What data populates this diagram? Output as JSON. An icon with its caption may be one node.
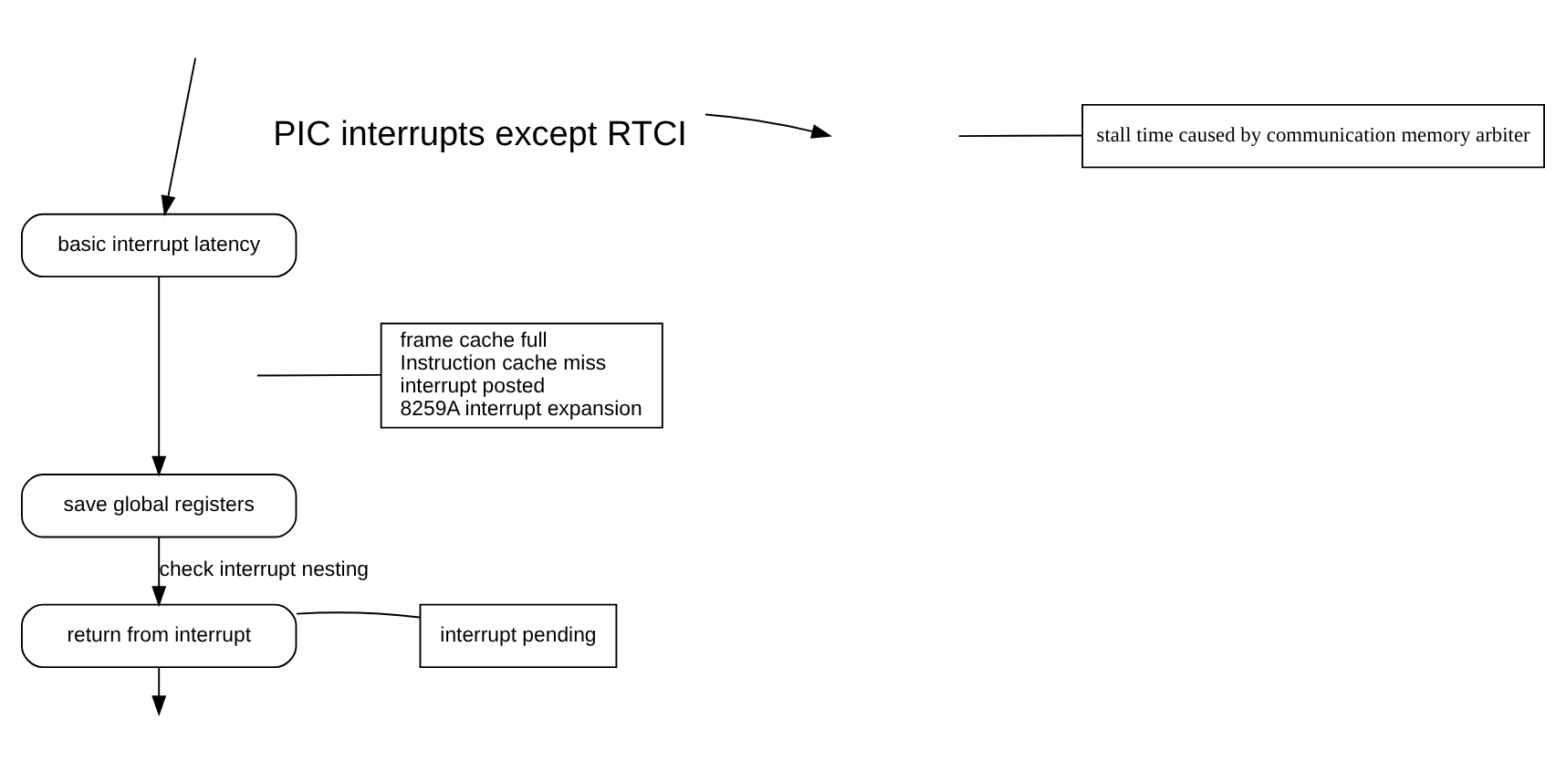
{
  "diagram": {
    "nodes": [
      {
        "text": [
          "basic interrupt latency"
        ]
      },
      {
        "text": [
          "save global registers"
        ]
      },
      {
        "text": [
          "return from interrupt"
        ]
      },
      {
        "text": [
          "PIC interrupts except RTCI"
        ]
      },
      {
        "text": [
          "stall time caused by communication memory arbiter"
        ]
      },
      {
        "text": [
          "frame cache full",
          "Instruction cache miss",
          "interrupt posted",
          "8259A interrupt expansion"
        ]
      },
      {
        "text": [
          "interrupt pending"
        ]
      }
    ],
    "edges": [
      {
        "from": null,
        "to": 0,
        "arrow": "to"
      },
      {
        "from": 0,
        "to": 1,
        "arrow": "to"
      },
      {
        "from": 1,
        "to": 2,
        "arrow": "to",
        "label": "check interrupt nesting"
      },
      {
        "from": 2,
        "to": null,
        "arrow": "to"
      },
      {
        "from": 3,
        "to": null,
        "arrow": "to"
      },
      {
        "from": 4,
        "to": null,
        "arrow": "none"
      },
      {
        "from": 5,
        "to": null,
        "arrow": "none"
      },
      {
        "from": 6,
        "to": 2,
        "arrow": "none"
      }
    ]
  }
}
